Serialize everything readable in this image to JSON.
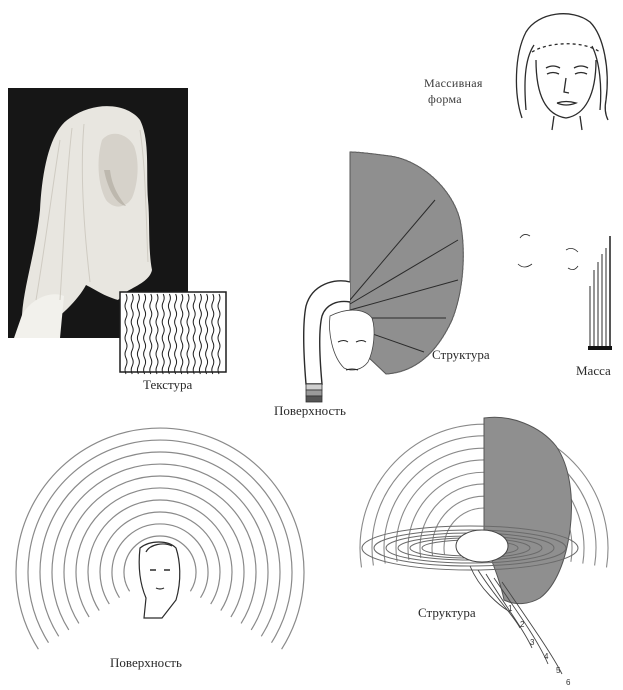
{
  "labels": {
    "massive_form_line1": "Массивная",
    "massive_form_line2": "форма",
    "texture": "Текстура",
    "surface_top": "Поверхность",
    "structure_top": "Структура",
    "mass": "Масса",
    "surface_bottom": "Поверхность",
    "structure_bottom": "Структура"
  },
  "layer_numbers": [
    "1",
    "2",
    "3",
    "4",
    "5",
    "6"
  ],
  "colors": {
    "fill_gray": "#8f8f8f",
    "line": "#2b2b2b",
    "photo_dark": "#161616",
    "photo_hair": "#e8e6e0"
  }
}
